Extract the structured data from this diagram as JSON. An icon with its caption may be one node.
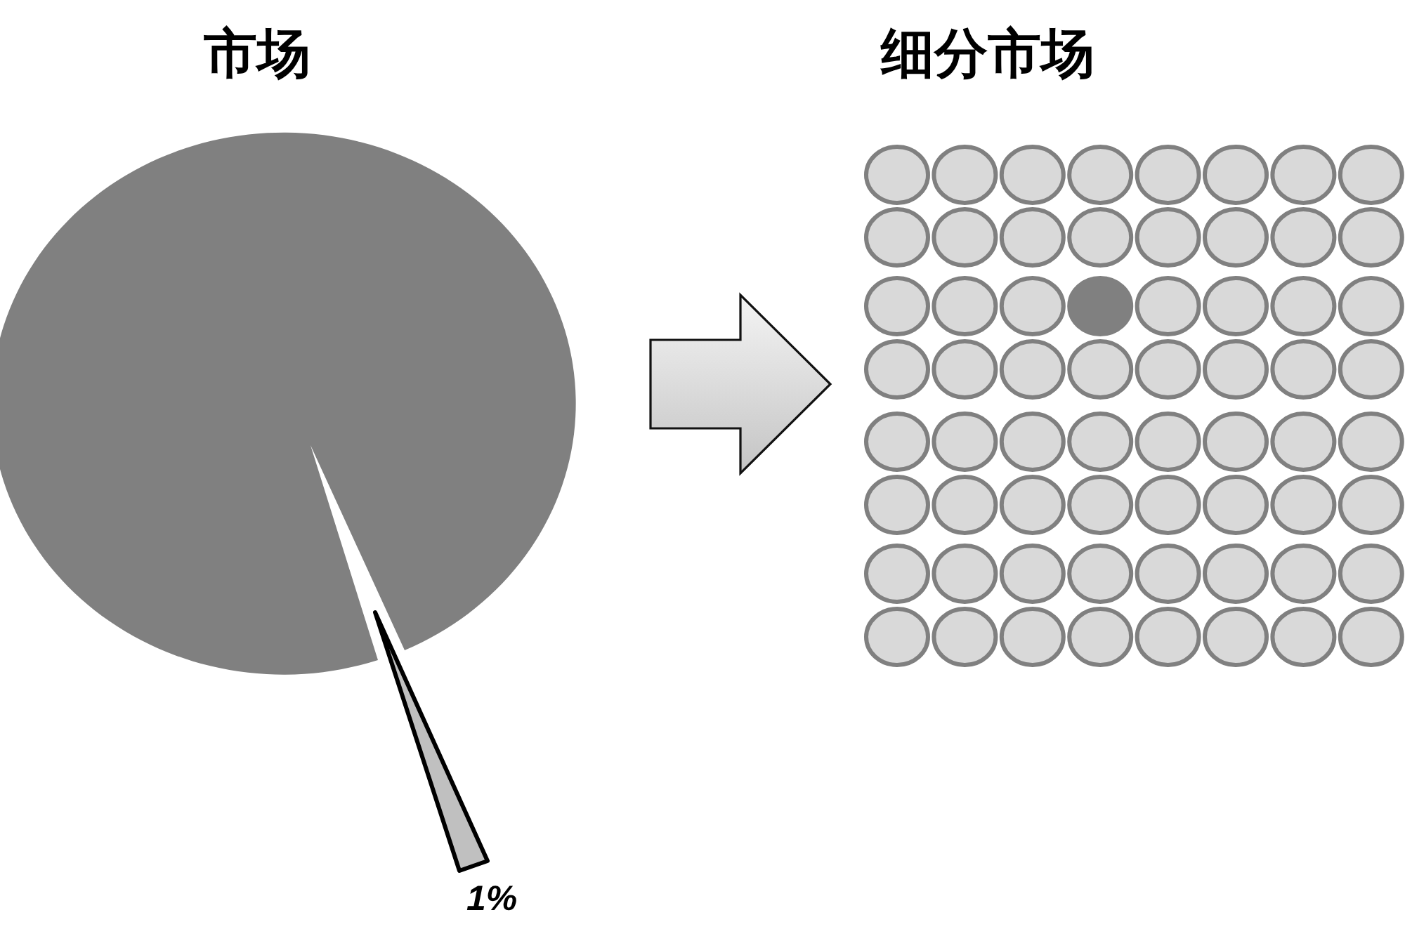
{
  "diagram": {
    "nodes": [
      {
        "text": [
          "市场"
        ]
      },
      {
        "text": [],
        "shape": "wedge",
        "beside": [
          "1%"
        ]
      },
      {
        "text": [
          "细分市场"
        ]
      }
    ],
    "edges": [
      {
        "from": 0,
        "to": 2,
        "arrow": "to"
      }
    ]
  }
}
